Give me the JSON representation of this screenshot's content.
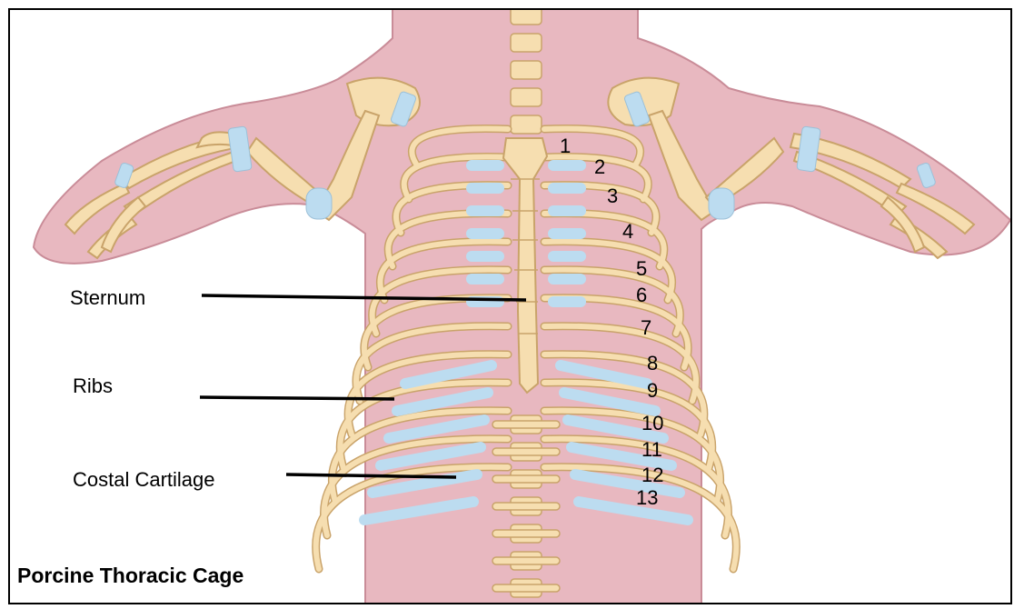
{
  "title": "Porcine Thoracic Cage",
  "labels": {
    "sternum": "Sternum",
    "ribs": "Ribs",
    "costal_cartilage": "Costal Cartilage"
  },
  "rib_numbers": [
    "1",
    "2",
    "3",
    "4",
    "5",
    "6",
    "7",
    "8",
    "9",
    "10",
    "11",
    "12",
    "13"
  ],
  "colors": {
    "skin": "#e8b8c0",
    "skin_edge": "#c98c98",
    "bone": "#f6deb0",
    "bone_edge": "#c9a36a",
    "cartilage": "#bcdcf0",
    "line": "#000000"
  }
}
